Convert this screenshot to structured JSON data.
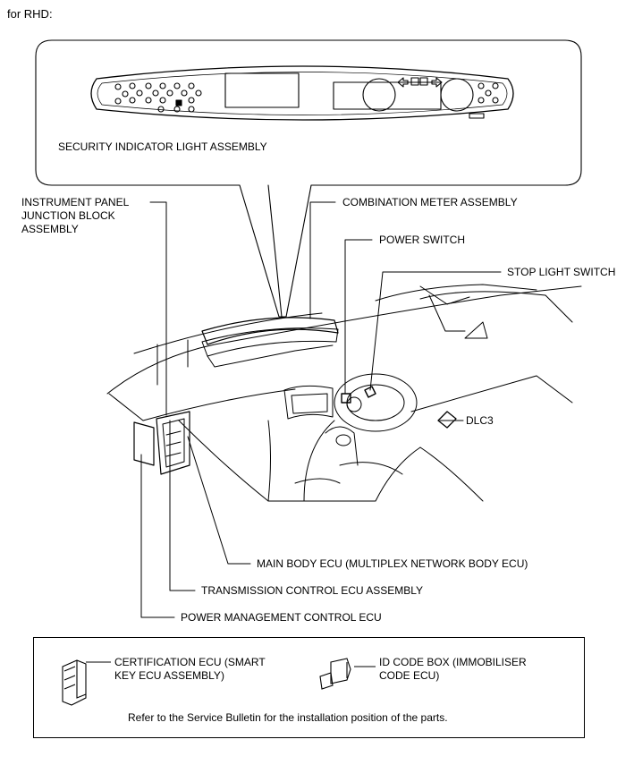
{
  "header": {
    "qualifier": "for RHD:"
  },
  "labels": {
    "security_indicator": "SECURITY INDICATOR LIGHT ASSEMBLY",
    "ip_junction_block": [
      "INSTRUMENT PANEL",
      "JUNCTION BLOCK",
      "ASSEMBLY"
    ],
    "combination_meter": "COMBINATION METER ASSEMBLY",
    "power_switch": "POWER SWITCH",
    "stop_light_switch": "STOP LIGHT SWITCH",
    "dlc3": "DLC3",
    "main_body_ecu": "MAIN BODY ECU (MULTIPLEX NETWORK BODY ECU)",
    "transmission_ecu": "TRANSMISSION CONTROL ECU ASSEMBLY",
    "power_management_ecu": "POWER MANAGEMENT CONTROL ECU"
  },
  "legend": {
    "certification_ecu": [
      "CERTIFICATION ECU (SMART",
      "KEY ECU ASSEMBLY)"
    ],
    "id_code_box": [
      "ID CODE BOX (IMMOBILISER",
      "CODE ECU)"
    ],
    "note": "Refer to the Service Bulletin for the installation position of the parts."
  }
}
